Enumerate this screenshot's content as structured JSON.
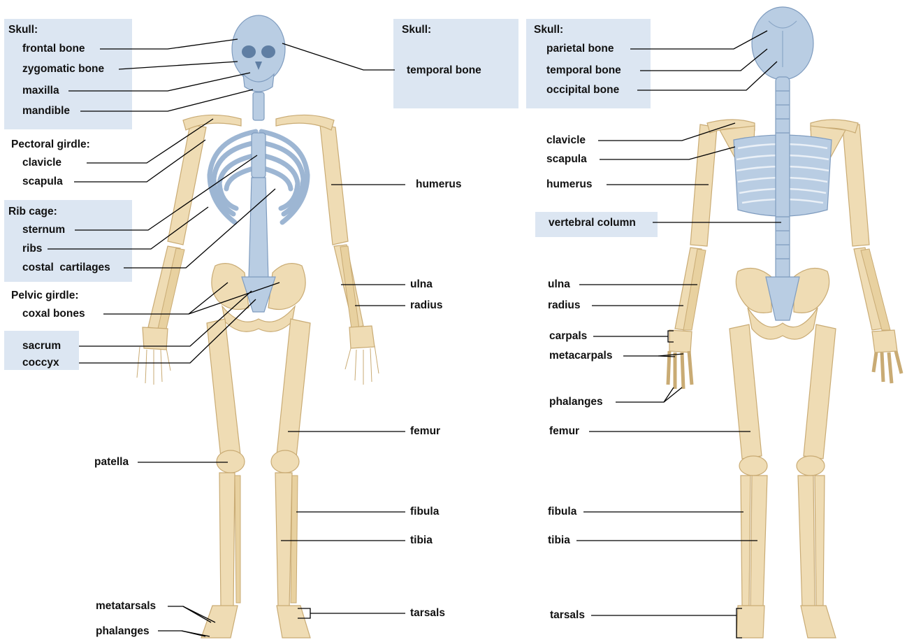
{
  "anterior": {
    "skull": {
      "header": "Skull:",
      "frontal": "frontal bone",
      "zygomatic": "zygomatic bone",
      "maxilla": "maxilla",
      "mandible": "mandible",
      "temporal_header": "Skull:",
      "temporal": "temporal bone"
    },
    "pectoral": {
      "header": "Pectoral girdle:",
      "clavicle": "clavicle",
      "scapula": "scapula"
    },
    "ribcage": {
      "header": "Rib cage:",
      "sternum": "sternum",
      "ribs": "ribs",
      "costal": "costal  cartilages"
    },
    "pelvic": {
      "header": "Pelvic girdle:",
      "coxal": "coxal bones"
    },
    "sacrum": "sacrum",
    "coccyx": "coccyx",
    "patella": "patella",
    "metatarsals": "metatarsals",
    "phalanges": "phalanges",
    "humerus": "humerus",
    "ulna": "ulna",
    "radius": "radius",
    "femur": "femur",
    "fibula": "fibula",
    "tibia": "tibia",
    "tarsals": "tarsals"
  },
  "posterior": {
    "skull": {
      "header": "Skull:",
      "parietal": "parietal bone",
      "temporal": "temporal bone",
      "occipital": "occipital bone"
    },
    "clavicle": "clavicle",
    "scapula": "scapula",
    "humerus": "humerus",
    "vertebral": "vertebral column",
    "ulna": "ulna",
    "radius": "radius",
    "carpals": "carpals",
    "metacarpals": "metacarpals",
    "phalanges": "phalanges",
    "femur": "femur",
    "fibula": "fibula",
    "tibia": "tibia",
    "tarsals": "tarsals"
  },
  "colors": {
    "label_box": "#dce6f2",
    "bone": "#efdcb4",
    "axial_blue": "#b9cde3",
    "leader": "#000000"
  }
}
